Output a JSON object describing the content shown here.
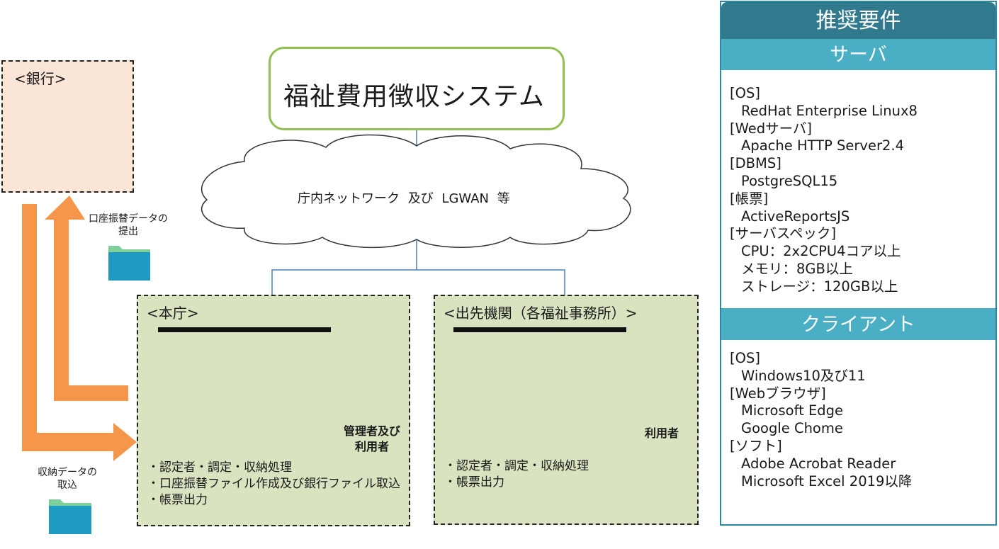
{
  "system": {
    "title": "福祉費用徴収システム"
  },
  "network": {
    "label": "庁内ネットワーク 及び LGWAN 等"
  },
  "bank": {
    "title": "<銀行>"
  },
  "arrows": {
    "submit_label": [
      "口座振替データの",
      "提出"
    ],
    "import_label": [
      "収納データの",
      "取込"
    ]
  },
  "honcho": {
    "title": "<本庁>",
    "role": [
      "管理者及び",
      "利用者"
    ],
    "tasks": [
      "・認定者・調定・収納処理",
      "・口座振替ファイル作成及び銀行ファイル取込",
      "・帳票出力"
    ]
  },
  "desaki": {
    "title": "<出先機関（各福祉事務所）>",
    "role": [
      "利用者"
    ],
    "tasks": [
      "・認定者・調定・収納処理",
      "・帳票出力"
    ]
  },
  "requirements": {
    "title": "推奨要件",
    "server": {
      "heading": "サーバ",
      "items": [
        {
          "category": "[OS]",
          "value": "RedHat Enterprise Linux8"
        },
        {
          "category": "[Wedサーバ]",
          "value": "Apache HTTP Server2.4"
        },
        {
          "category": "[DBMS]",
          "value": "PostgreSQL15"
        },
        {
          "category": "[帳票]",
          "value": "ActiveReportsJS"
        },
        {
          "category": "[サーバスペック]",
          "values": [
            "CPU：2x2CPU4コア以上",
            "メモリ：8GB以上",
            "ストレージ：120GB以上"
          ]
        }
      ]
    },
    "client": {
      "heading": "クライアント",
      "items": [
        {
          "category": "[OS]",
          "value": "Windows10及び11"
        },
        {
          "category": "[Webブラウザ]",
          "values": [
            "Microsoft Edge",
            "Google Chome"
          ]
        },
        {
          "category": "[ソフト]",
          "values": [
            "Adobe Acrobat Reader",
            "Microsoft Excel 2019以降"
          ]
        }
      ]
    }
  },
  "colors": {
    "accent_dark": "#317a8e",
    "accent_light": "#4aaec4",
    "arrow": "#f5964b",
    "office_bg": "#d9e3c0",
    "bank_bg": "#fbe5d6",
    "system_border": "#92c051",
    "connector": "#4a7fc1"
  }
}
